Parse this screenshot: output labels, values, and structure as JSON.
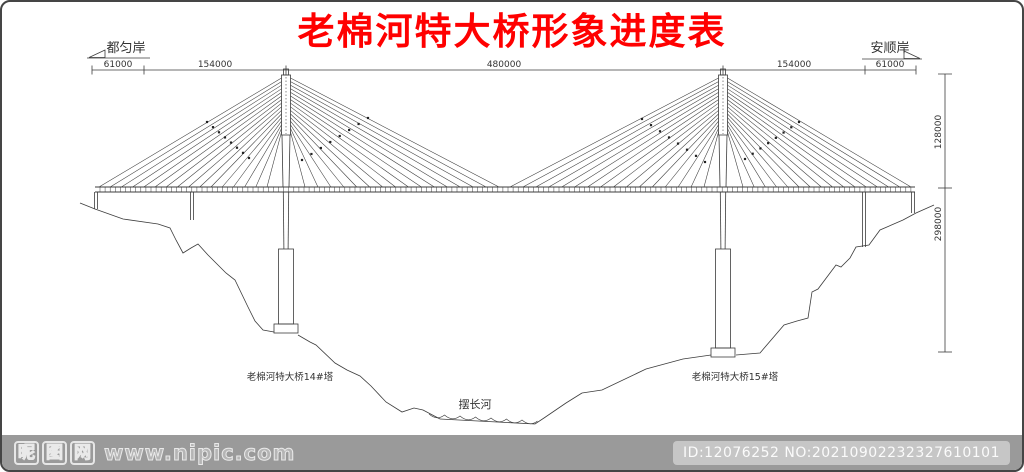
{
  "title": "老棉河特大桥形象进度表",
  "colors": {
    "title": "#ff0000",
    "line": "#3c3c3c",
    "watermark_bar": "#9a9a9a",
    "id_box": "#c6c6c6"
  },
  "banks": {
    "left": "都匀岸",
    "right": "安顺岸"
  },
  "dimensions": {
    "horizontal": [
      "61000",
      "154000",
      "480000",
      "154000",
      "61000"
    ],
    "vertical": [
      "128000",
      "298000"
    ]
  },
  "labels": {
    "tower_left": "老棉河特大桥14#塔",
    "tower_right": "老棉河特大桥15#塔",
    "river": "摆长河"
  },
  "watermark": {
    "site_chars": [
      "昵",
      "图",
      "网"
    ],
    "url": "www.nipic.com",
    "id_text": "ID:12076252 NO:20210902232327610101"
  }
}
